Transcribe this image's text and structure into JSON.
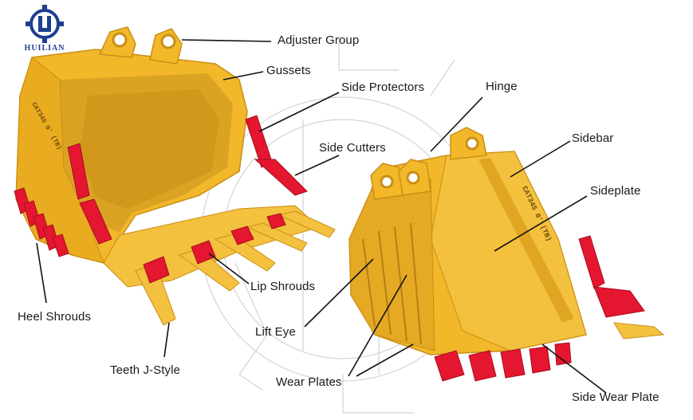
{
  "brand": {
    "logo_text": "HUILIAN",
    "logo_color": "#1d3f8f"
  },
  "colors": {
    "bucket": "#f2b829",
    "bucket_shadow": "#c98f16",
    "bucket_inner": "#dba323",
    "teeth": "#e5162f",
    "teeth_dark": "#a50f22",
    "leader": "#111111"
  },
  "labels": {
    "adjuster_group": "Adjuster Group",
    "gussets": "Gussets",
    "side_protectors": "Side Protectors",
    "hinge": "Hinge",
    "sidebar": "Sidebar",
    "side_cutters": "Side Cutters",
    "sideplate": "Sideplate",
    "lip_shrouds": "Lip Shrouds",
    "heel_shrouds": "Heel Shrouds",
    "lift_eye": "Lift Eye",
    "teeth_j_style": "Teeth J-Style",
    "wear_plates": "Wear Plates",
    "side_wear_plate": "Side Wear Plate"
  },
  "stamp": {
    "bucket_right": "CAT345 0' (TB)",
    "bucket_left": "CAT345 0' (TB)"
  }
}
